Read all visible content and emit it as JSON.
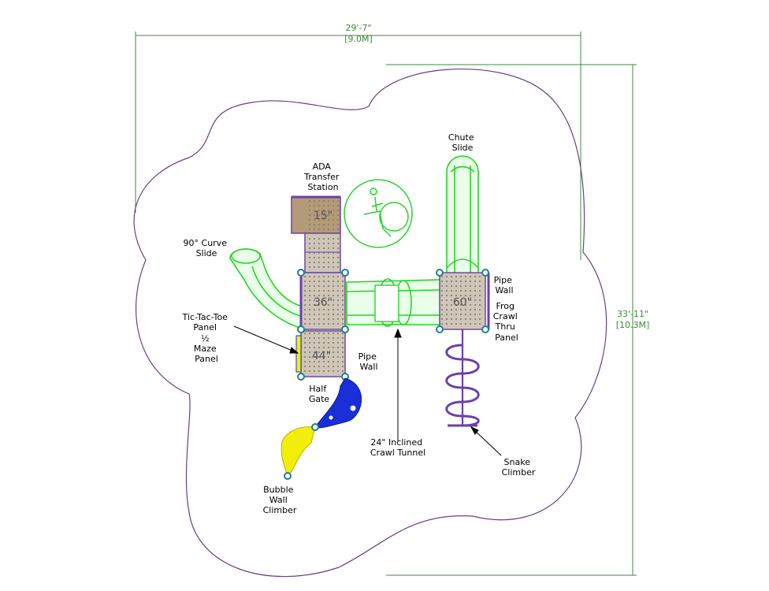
{
  "dimensions": {
    "width_ft": "29'-7\"",
    "width_m": "[9.0M]",
    "height_ft": "33'-11\"",
    "height_m": "[10.3M]"
  },
  "decks": {
    "d15": "15\"",
    "d36": "36\"",
    "d44": "44\"",
    "d60": "60\""
  },
  "labels": {
    "ada_transfer": [
      "ADA",
      "Transfer",
      "Station"
    ],
    "chute_slide": [
      "Chute",
      "Slide"
    ],
    "curve_slide": [
      "90° Curve",
      "Slide"
    ],
    "tic_tac_toe": [
      "Tic-Tac-Toe",
      "Panel",
      "½",
      "Maze",
      "Panel"
    ],
    "pipe_wall_left": [
      "Pipe",
      "Wall"
    ],
    "half_gate": [
      "Half",
      "Gate"
    ],
    "crawl_tunnel": [
      "24\" Inclined",
      "Crawl Tunnel"
    ],
    "pipe_wall_right": [
      "Pipe",
      "Wall"
    ],
    "frog_crawl": [
      "Frog",
      "Crawl",
      "Thru",
      "Panel"
    ],
    "snake_climber": [
      "Snake",
      "Climber"
    ],
    "bubble_wall": [
      "Bubble",
      "Wall",
      "Climber"
    ]
  },
  "colors": {
    "slide": "#27d427",
    "deck": "#cfc6b8",
    "frame": "#6a3fb0",
    "post": "#1f7f8f",
    "bubble_blue": "#1a2fd8",
    "bubble_yellow": "#f2ee0a",
    "boundary": "#6b3f8a",
    "dimension": "#3c8a3c"
  },
  "icons": [
    "wheelchair-accessible-icon"
  ]
}
